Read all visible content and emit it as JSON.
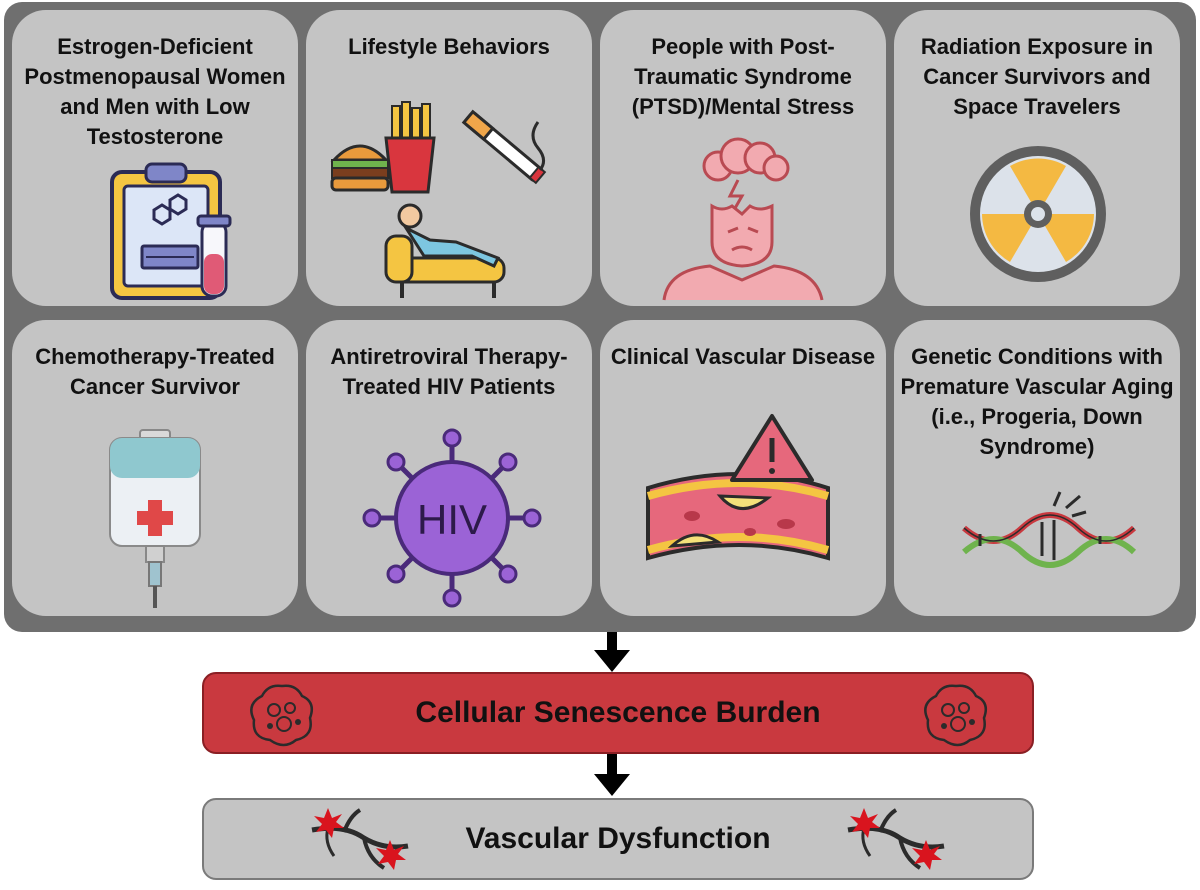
{
  "cards": [
    {
      "title": "Estrogen-Deficient Postmenopausal Women and Men with Low Testosterone",
      "icon": "clipboard-test-tube-icon"
    },
    {
      "title": "Lifestyle Behaviors",
      "icon": "junk-food-smoking-sedentary-icon"
    },
    {
      "title": "People with Post-Traumatic Syndrome (PTSD)/Mental Stress",
      "icon": "stressed-person-icon"
    },
    {
      "title": "Radiation Exposure in Cancer Survivors and Space Travelers",
      "icon": "radiation-icon"
    },
    {
      "title": "Chemotherapy-Treated Cancer Survivor",
      "icon": "iv-bag-icon"
    },
    {
      "title": "Antiretroviral Therapy-Treated HIV Patients",
      "icon": "hiv-virus-icon"
    },
    {
      "title": "Clinical Vascular Disease",
      "icon": "blocked-artery-warning-icon"
    },
    {
      "title": "Genetic Conditions with Premature Vascular Aging (i.e., Progeria, Down Syndrome)",
      "icon": "broken-dna-icon"
    }
  ],
  "hiv_label": "HIV",
  "senescence": {
    "label": "Cellular Senescence Burden",
    "icon": "senescent-cell-icon"
  },
  "vascular": {
    "label": "Vascular Dysfunction",
    "icon": "damaged-vessel-icon"
  },
  "colors": {
    "senescence_bar": "#c9393f",
    "vascular_bar": "#c4c4c4",
    "frame": "#6f6f6f",
    "card": "#c4c4c4"
  }
}
